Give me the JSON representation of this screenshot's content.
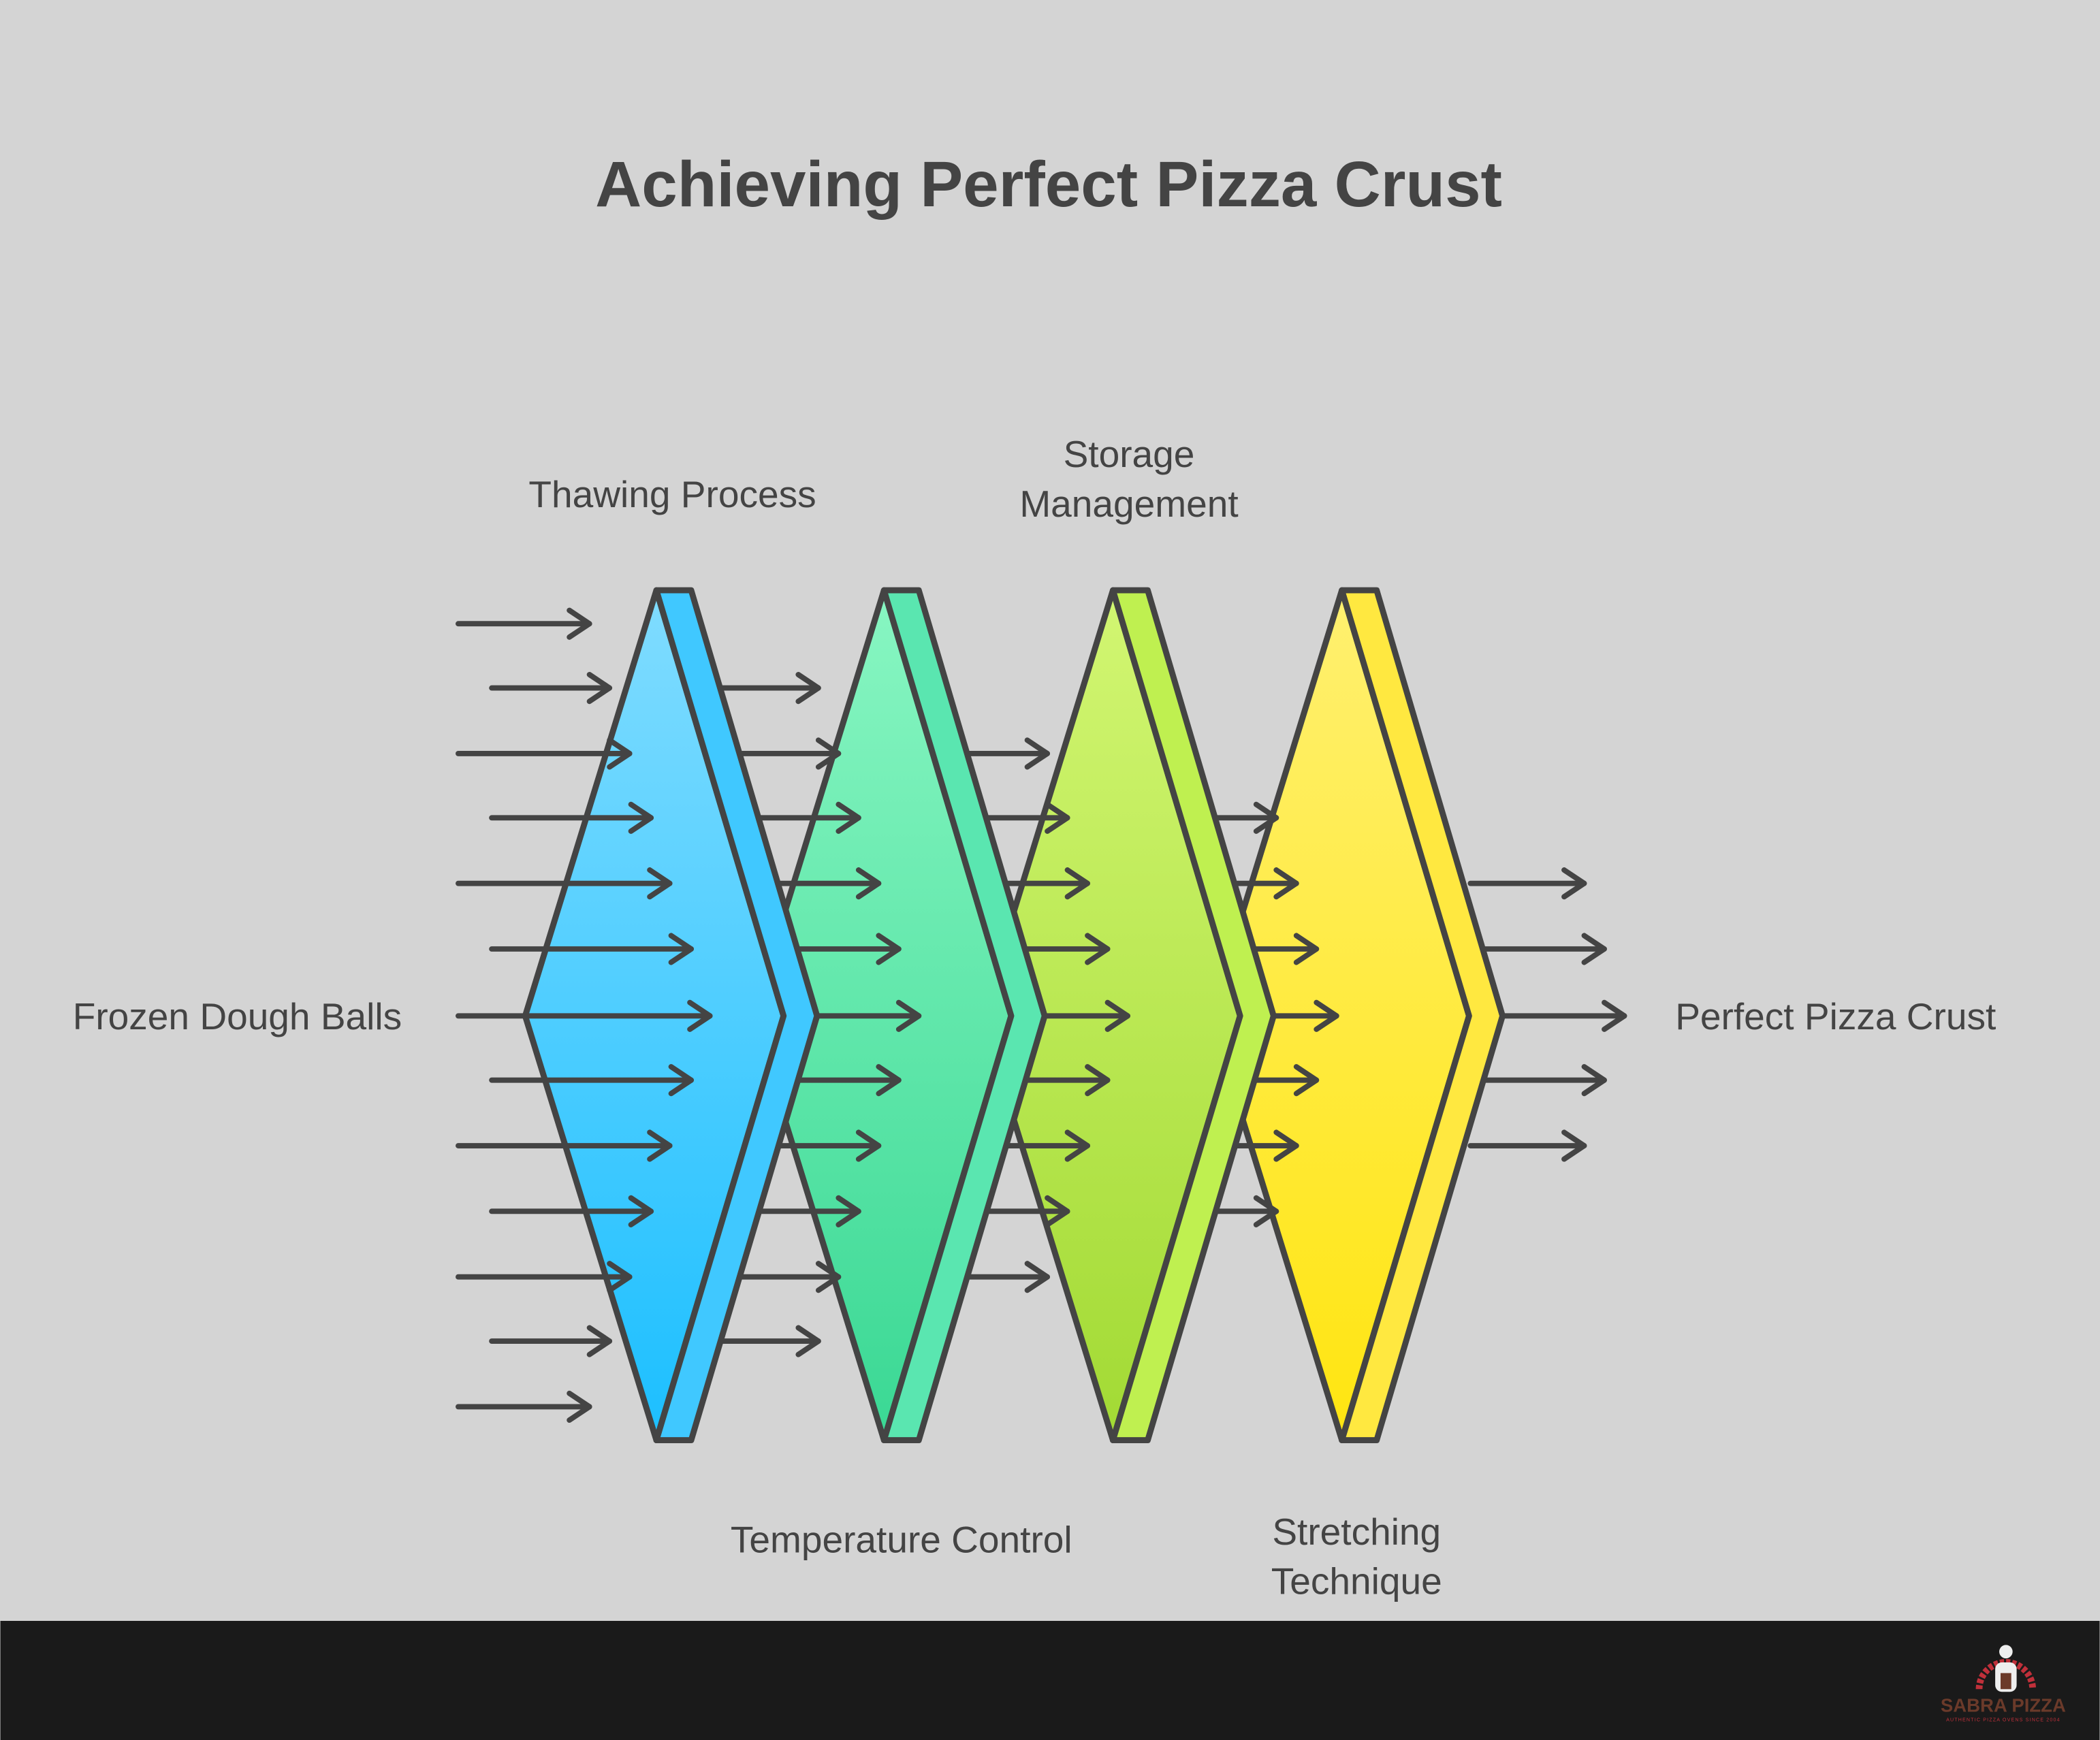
{
  "title": "Achieving Perfect Pizza Crust",
  "input_label": "Frozen Dough Balls",
  "output_label": "Perfect Pizza Crust",
  "stages": [
    {
      "label_lines": [
        "Thawing Process"
      ],
      "position": "top",
      "colors": [
        "#80dcff",
        "#1cbfff"
      ],
      "strip": "#40c8ff"
    },
    {
      "label_lines": [
        "Temperature Control"
      ],
      "position": "bottom",
      "colors": [
        "#88f6c2",
        "#3ad894"
      ],
      "strip": "#5ae6b0"
    },
    {
      "label_lines": [
        "Storage",
        "Management"
      ],
      "position": "top",
      "colors": [
        "#d2f672",
        "#a2da34"
      ],
      "strip": "#bff050"
    },
    {
      "label_lines": [
        "Stretching",
        "Technique"
      ],
      "position": "bottom",
      "colors": [
        "#fff070",
        "#ffe510"
      ],
      "strip": "#ffe840"
    }
  ],
  "stroke_color": "#444444",
  "footer": {
    "background": "#1a1a1a",
    "logo_name": "SABRA PIZZA",
    "logo_tagline": "AUTHENTIC PIZZA OVENS SINCE 2004"
  }
}
